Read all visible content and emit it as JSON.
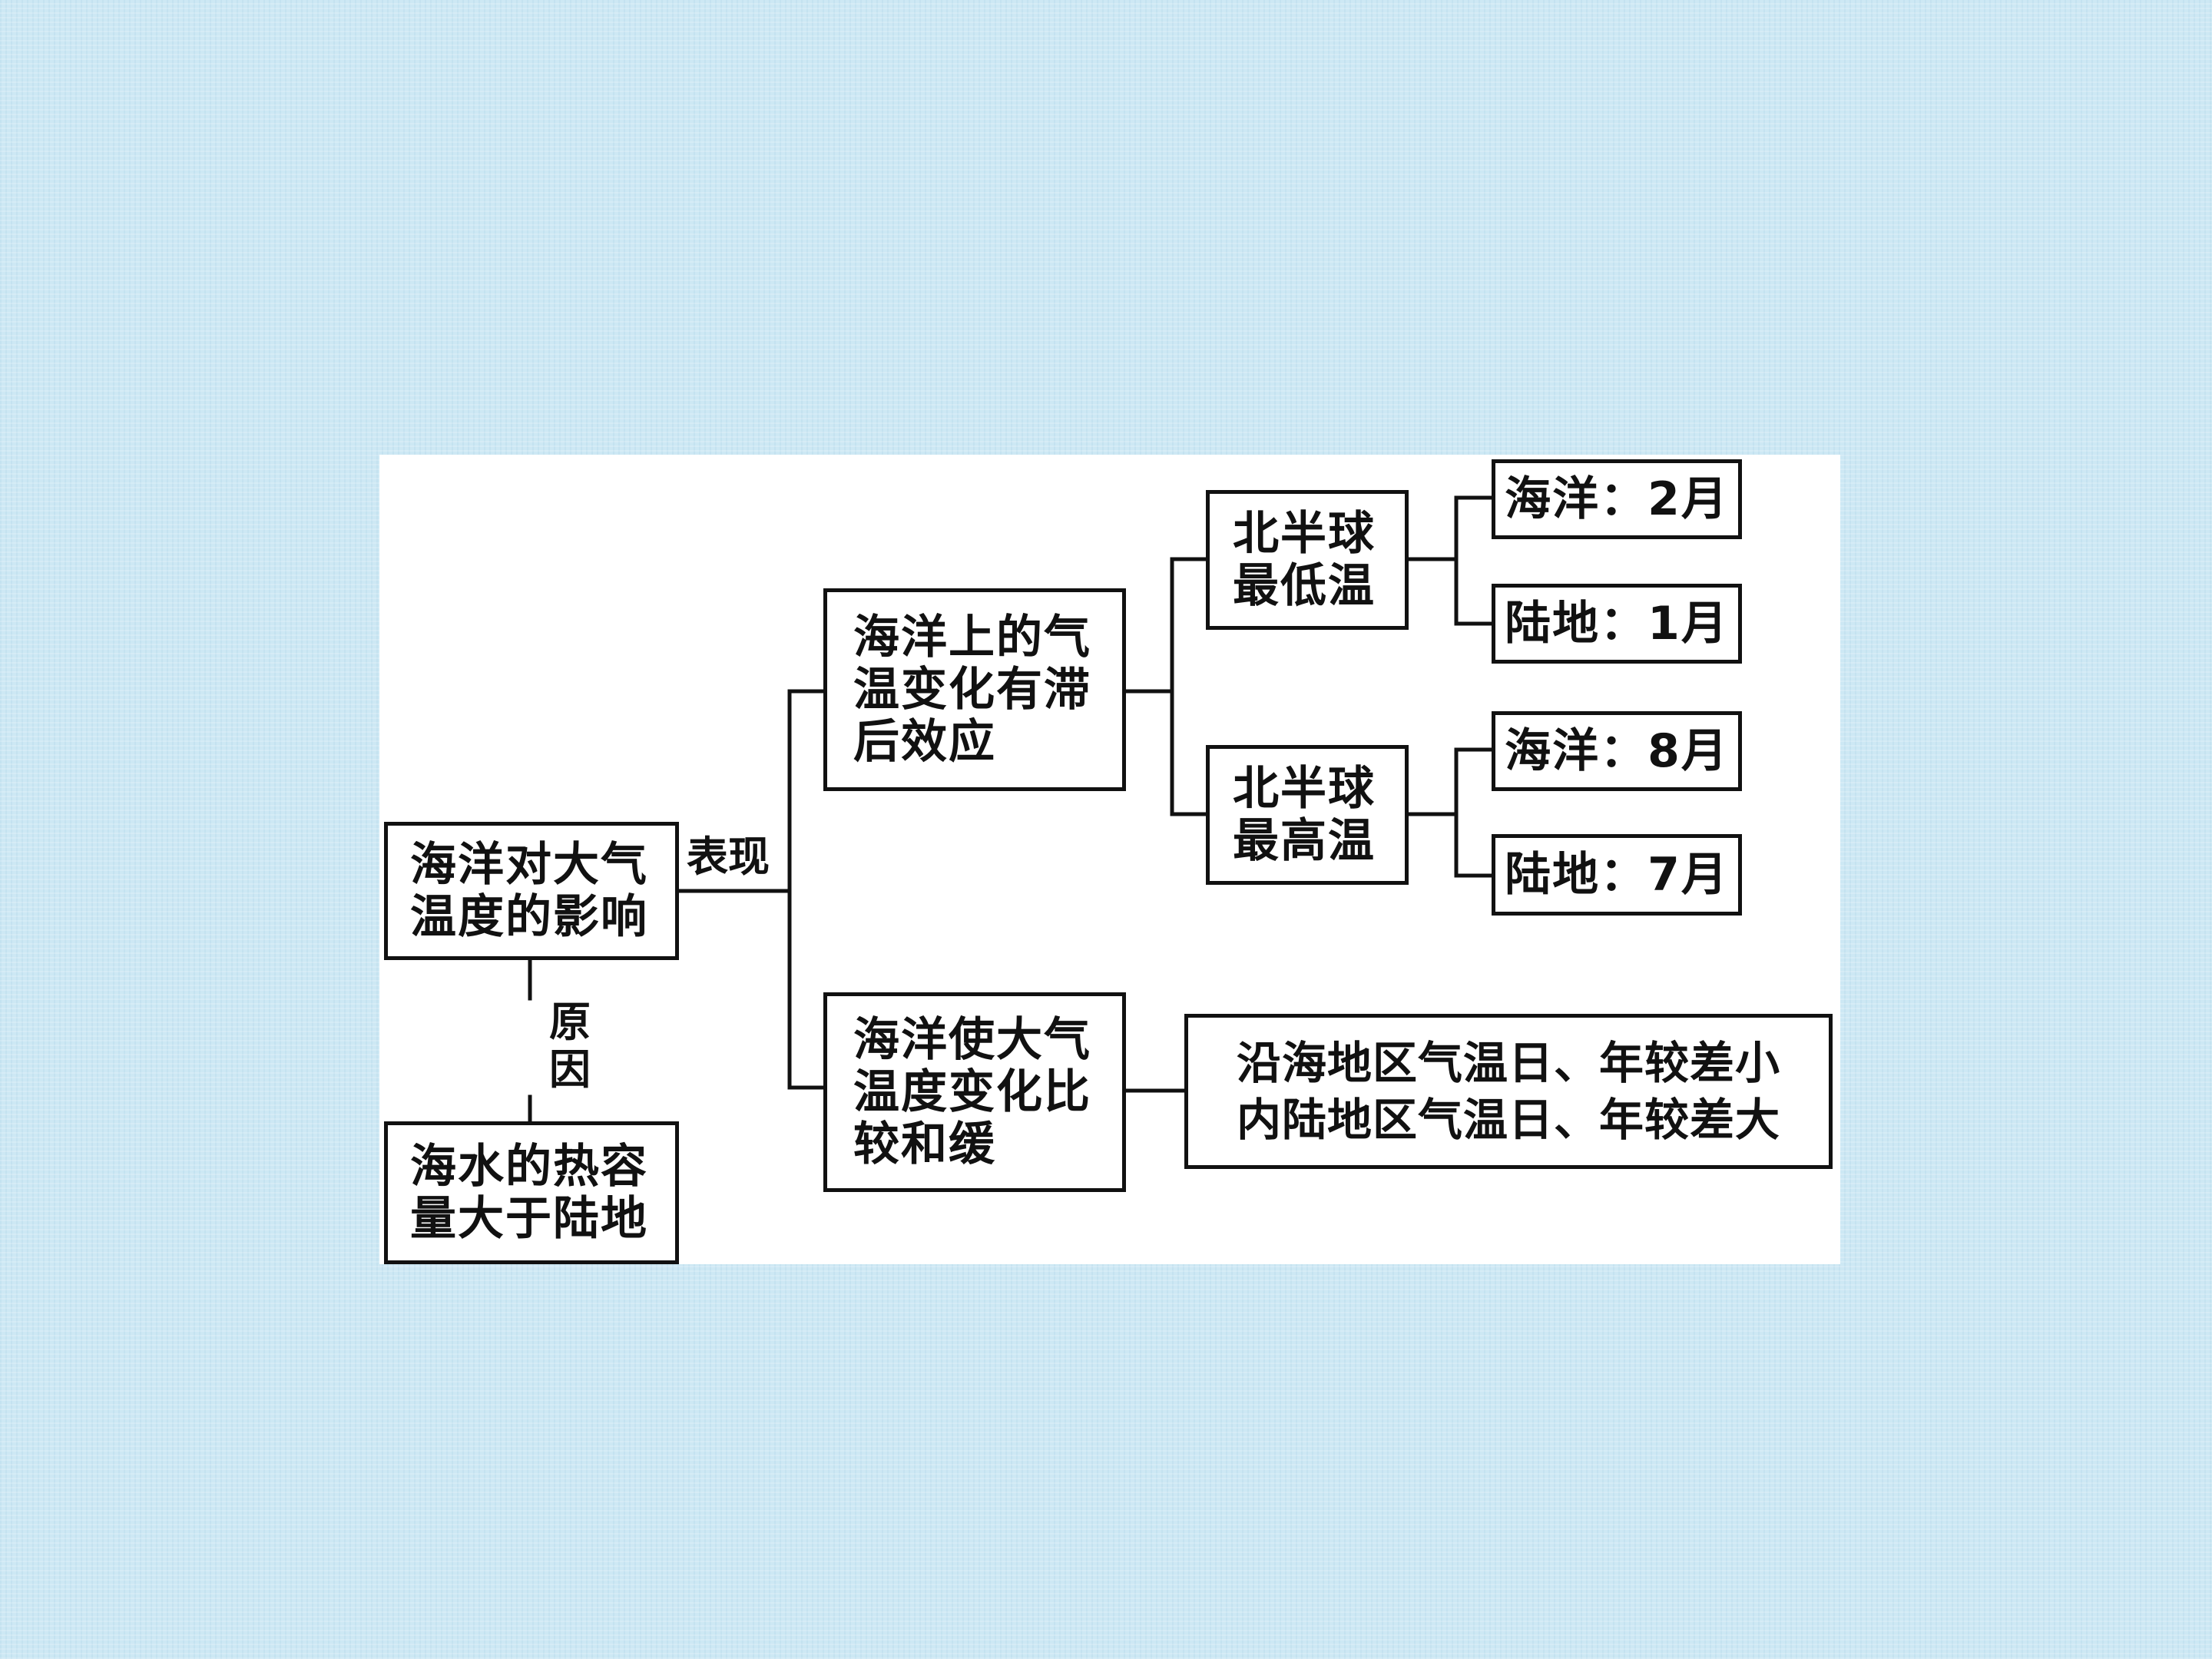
{
  "diagram": {
    "root": {
      "text": "海洋对大气温度的影响"
    },
    "cause": {
      "label": "原因",
      "text": "海水的热容量大于陆地"
    },
    "manifestation": {
      "label": "表现"
    },
    "lag": {
      "text": "海洋上的气温变化有滞后效应"
    },
    "lowest": {
      "text": "北半球最低温",
      "ocean": "海洋：2月",
      "land": "陆地：1月"
    },
    "highest": {
      "text": "北半球最高温",
      "ocean": "海洋：8月",
      "land": "陆地：7月"
    },
    "moderate": {
      "text": "海洋使大气温度变化比较和缓",
      "result": "沿海地区气温日、年较差小\n内陆地区气温日、年较差大"
    }
  }
}
